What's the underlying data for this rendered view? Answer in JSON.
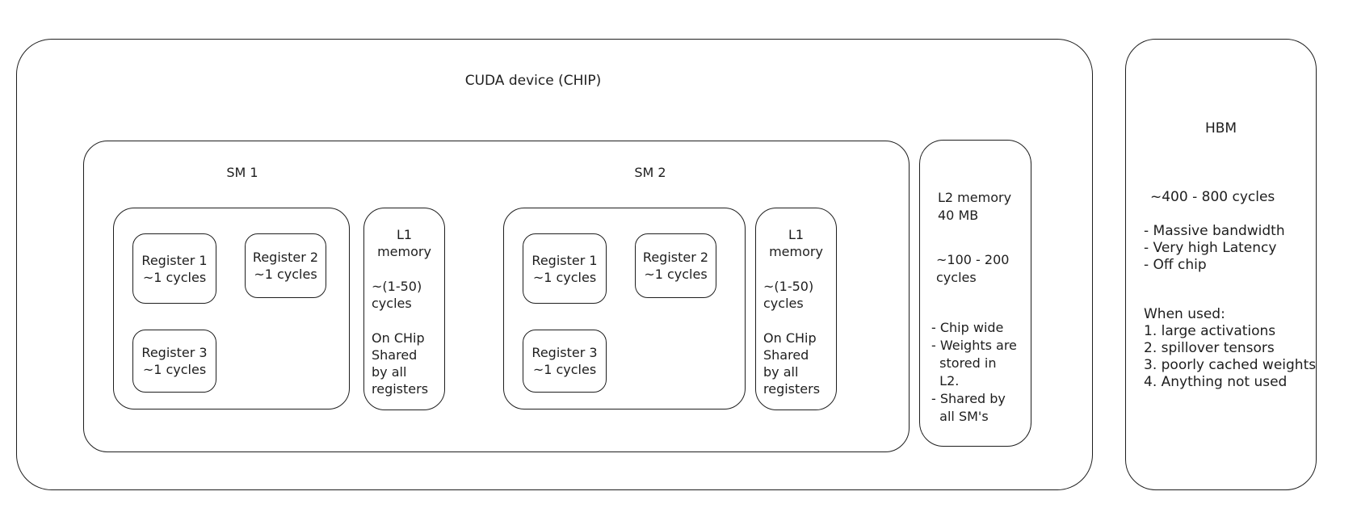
{
  "title": "CUDA device (CHIP)",
  "sms": [
    {
      "label": "SM 1",
      "registers": [
        [
          "Register 1",
          "~1 cycles"
        ],
        [
          "Register 2",
          "~1 cycles"
        ],
        [
          "Register 3",
          "~1 cycles"
        ]
      ],
      "l1": {
        "heading": [
          "L1",
          "memory"
        ],
        "latency": [
          "~(1-50)",
          "cycles"
        ],
        "notes": [
          "On CHip",
          "Shared",
          "by all",
          "registers"
        ]
      }
    },
    {
      "label": "SM 2",
      "registers": [
        [
          "Register 1",
          "~1 cycles"
        ],
        [
          "Register 2",
          "~1 cycles"
        ],
        [
          "Register 3",
          "~1 cycles"
        ]
      ],
      "l1": {
        "heading": [
          "L1",
          "memory"
        ],
        "latency": [
          "~(1-50)",
          "cycles"
        ],
        "notes": [
          "On CHip",
          "Shared",
          "by all",
          "registers"
        ]
      }
    }
  ],
  "l2": {
    "heading": [
      "L2 memory",
      "40 MB"
    ],
    "latency": [
      "~100 - 200",
      "cycles"
    ],
    "notes": [
      "- Chip wide",
      "- Weights are",
      "  stored in",
      "  L2.",
      "- Shared by",
      "  all SM's"
    ]
  },
  "hbm": {
    "label": "HBM",
    "latency": "~400 - 800 cycles",
    "traits": [
      "- Massive bandwidth",
      "- Very high Latency",
      "- Off chip"
    ],
    "when_used": [
      "When used:",
      "1. large activations",
      "2. spillover tensors",
      "3. poorly cached weights",
      "4. Anything not used"
    ]
  },
  "colors": {
    "stroke": "#1e1e1e",
    "background": "#ffffff"
  }
}
